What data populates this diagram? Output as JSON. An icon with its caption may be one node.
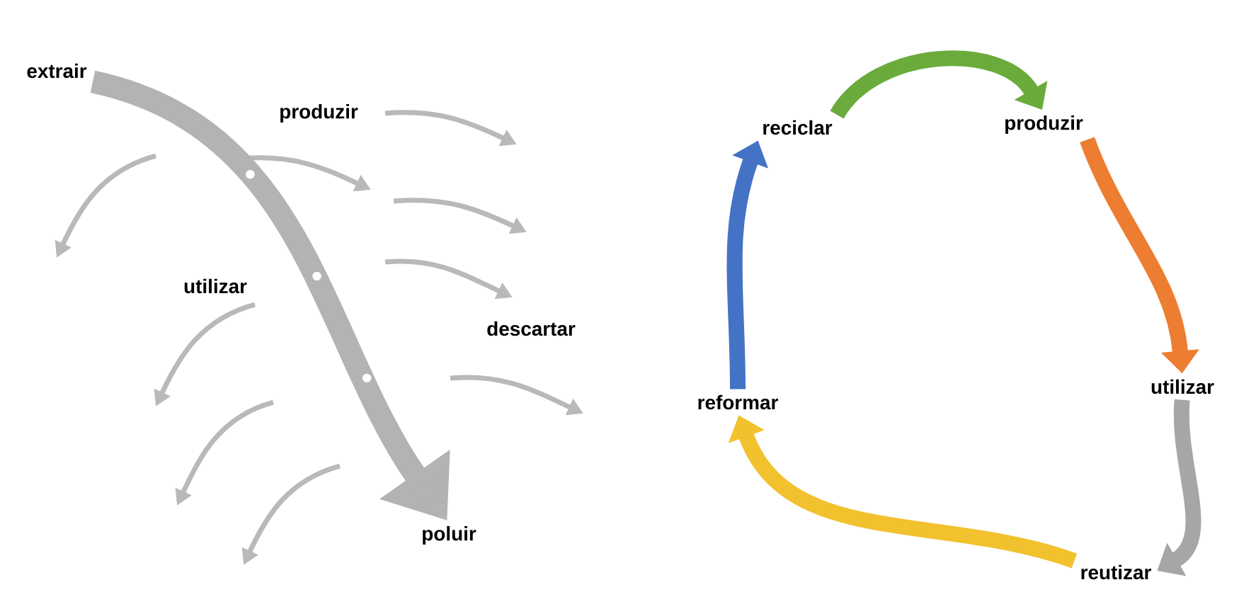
{
  "diagram": {
    "nodes": [
      {
        "text": [
          "extrair"
        ]
      },
      {
        "text": [
          "produzir"
        ]
      },
      {
        "text": [
          "utilizar"
        ]
      },
      {
        "text": [
          "descartar"
        ]
      },
      {
        "text": [
          "poluir"
        ]
      },
      {
        "text": [
          "reciclar"
        ]
      },
      {
        "text": [
          "produzir"
        ]
      },
      {
        "text": [
          "utilizar"
        ]
      },
      {
        "text": [
          "reutizar"
        ]
      },
      {
        "text": [
          "reformar"
        ]
      }
    ],
    "edges": [
      {
        "from": 0,
        "to": 4,
        "arrow": "to",
        "color": "#b3b3b3"
      },
      {
        "from": 5,
        "to": 6,
        "arrow": "to",
        "color": "#6aab3c"
      },
      {
        "from": 6,
        "to": 7,
        "arrow": "to",
        "color": "#ed7d31"
      },
      {
        "from": 7,
        "to": 8,
        "arrow": "to",
        "color": "#a6a6a6"
      },
      {
        "from": 8,
        "to": 9,
        "arrow": "to",
        "color": "#f2c12e"
      },
      {
        "from": 9,
        "to": 5,
        "arrow": "to",
        "color": "#4472c4"
      }
    ]
  }
}
